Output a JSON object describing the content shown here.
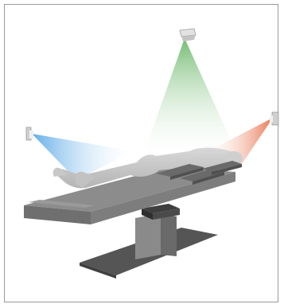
{
  "figure": {
    "subject": "patient-positioning-system",
    "cameras": [
      {
        "name": "ceiling-camera",
        "color": "#7ec27a"
      },
      {
        "name": "left-camera",
        "color": "#5aa9e6"
      },
      {
        "name": "right-camera",
        "color": "#e8714a"
      }
    ],
    "colors": {
      "frame": "#9a9a9a",
      "table_top": "#8c8c8c",
      "table_side": "#6f6f6f",
      "base": "#555555",
      "patient": "#c9c9c9"
    }
  }
}
